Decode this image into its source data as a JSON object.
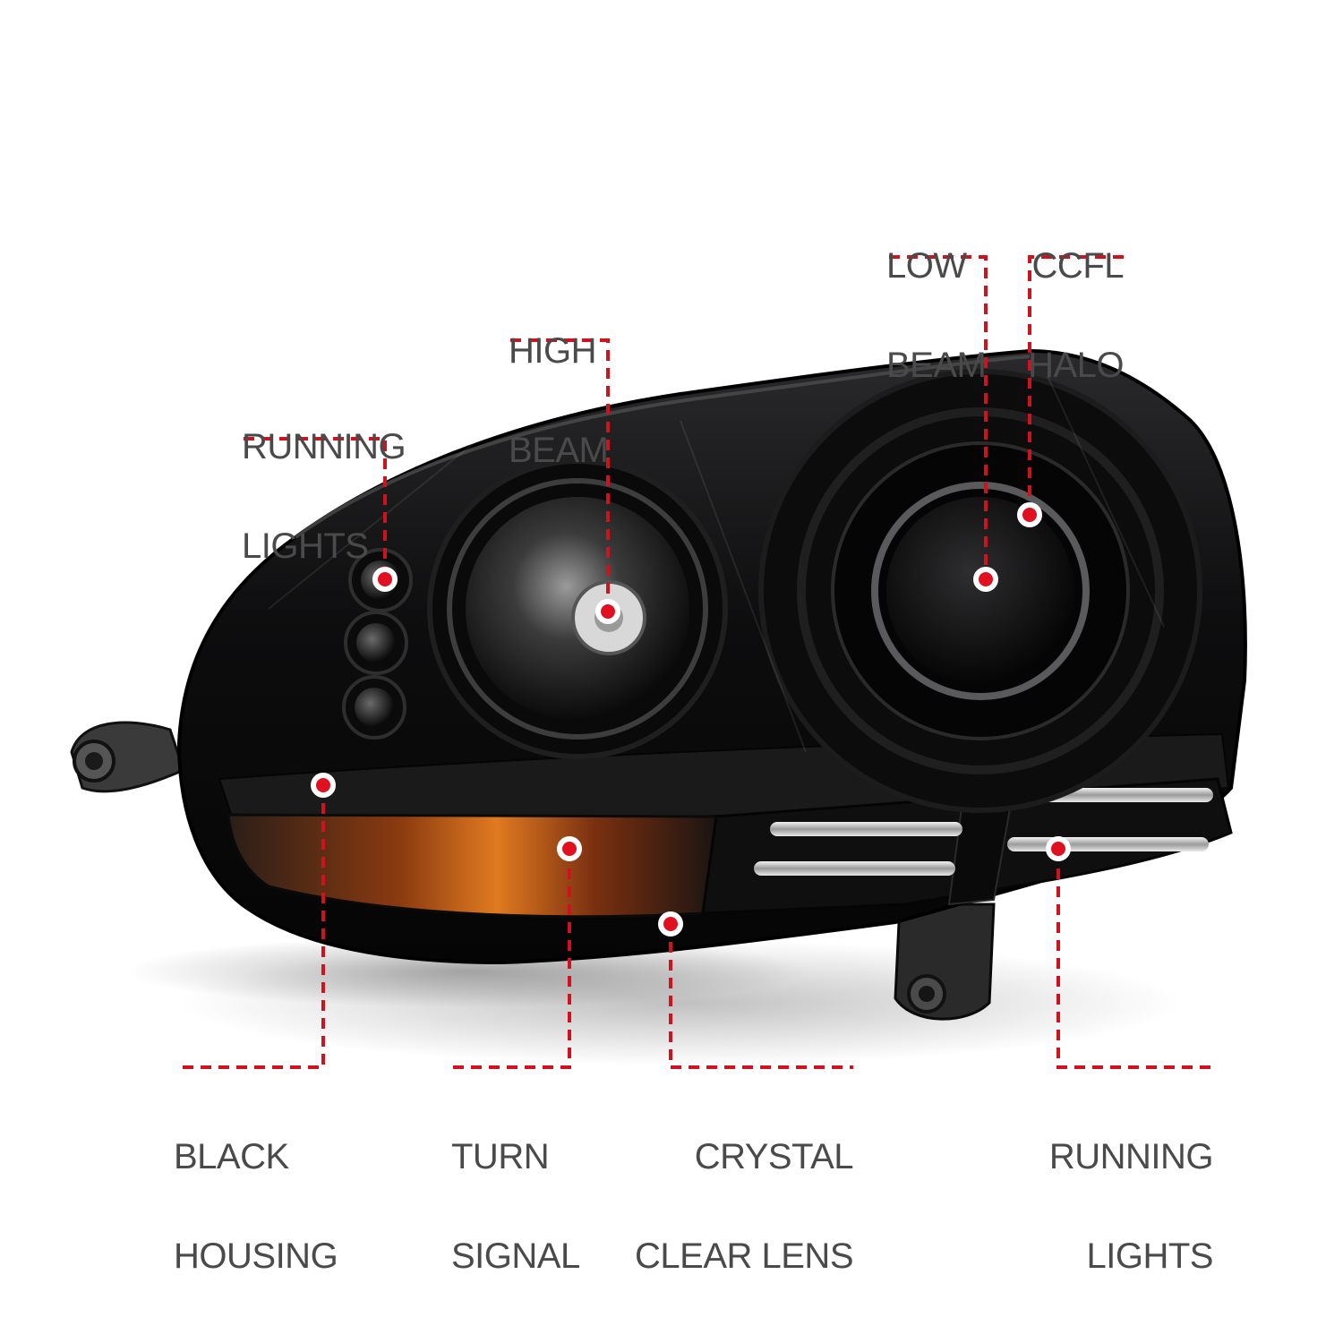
{
  "colors": {
    "callout_line": "#d0121e",
    "callout_dot": "#e01020",
    "label_text": "#4a4a4a",
    "housing": "#0b0b0c",
    "turn_signal_amber": "#d46a1a",
    "background": "#ffffff"
  },
  "callouts": {
    "running_lights_top": {
      "line1": "RUNNING",
      "line2": "LIGHTS"
    },
    "high_beam": {
      "line1": "HIGH",
      "line2": "BEAM"
    },
    "low_beam": {
      "line1": "LOW",
      "line2": "BEAM"
    },
    "ccfl_halo": {
      "line1": "CCFL",
      "line2": "HALO"
    },
    "black_housing": {
      "line1": "BLACK",
      "line2": "HOUSING"
    },
    "turn_signal": {
      "line1": "TURN",
      "line2": "SIGNAL"
    },
    "crystal_clear_lens": {
      "line1": "CRYSTAL",
      "line2": "CLEAR LENS"
    },
    "running_lights_bottom": {
      "line1": "RUNNING",
      "line2": "LIGHTS"
    }
  }
}
